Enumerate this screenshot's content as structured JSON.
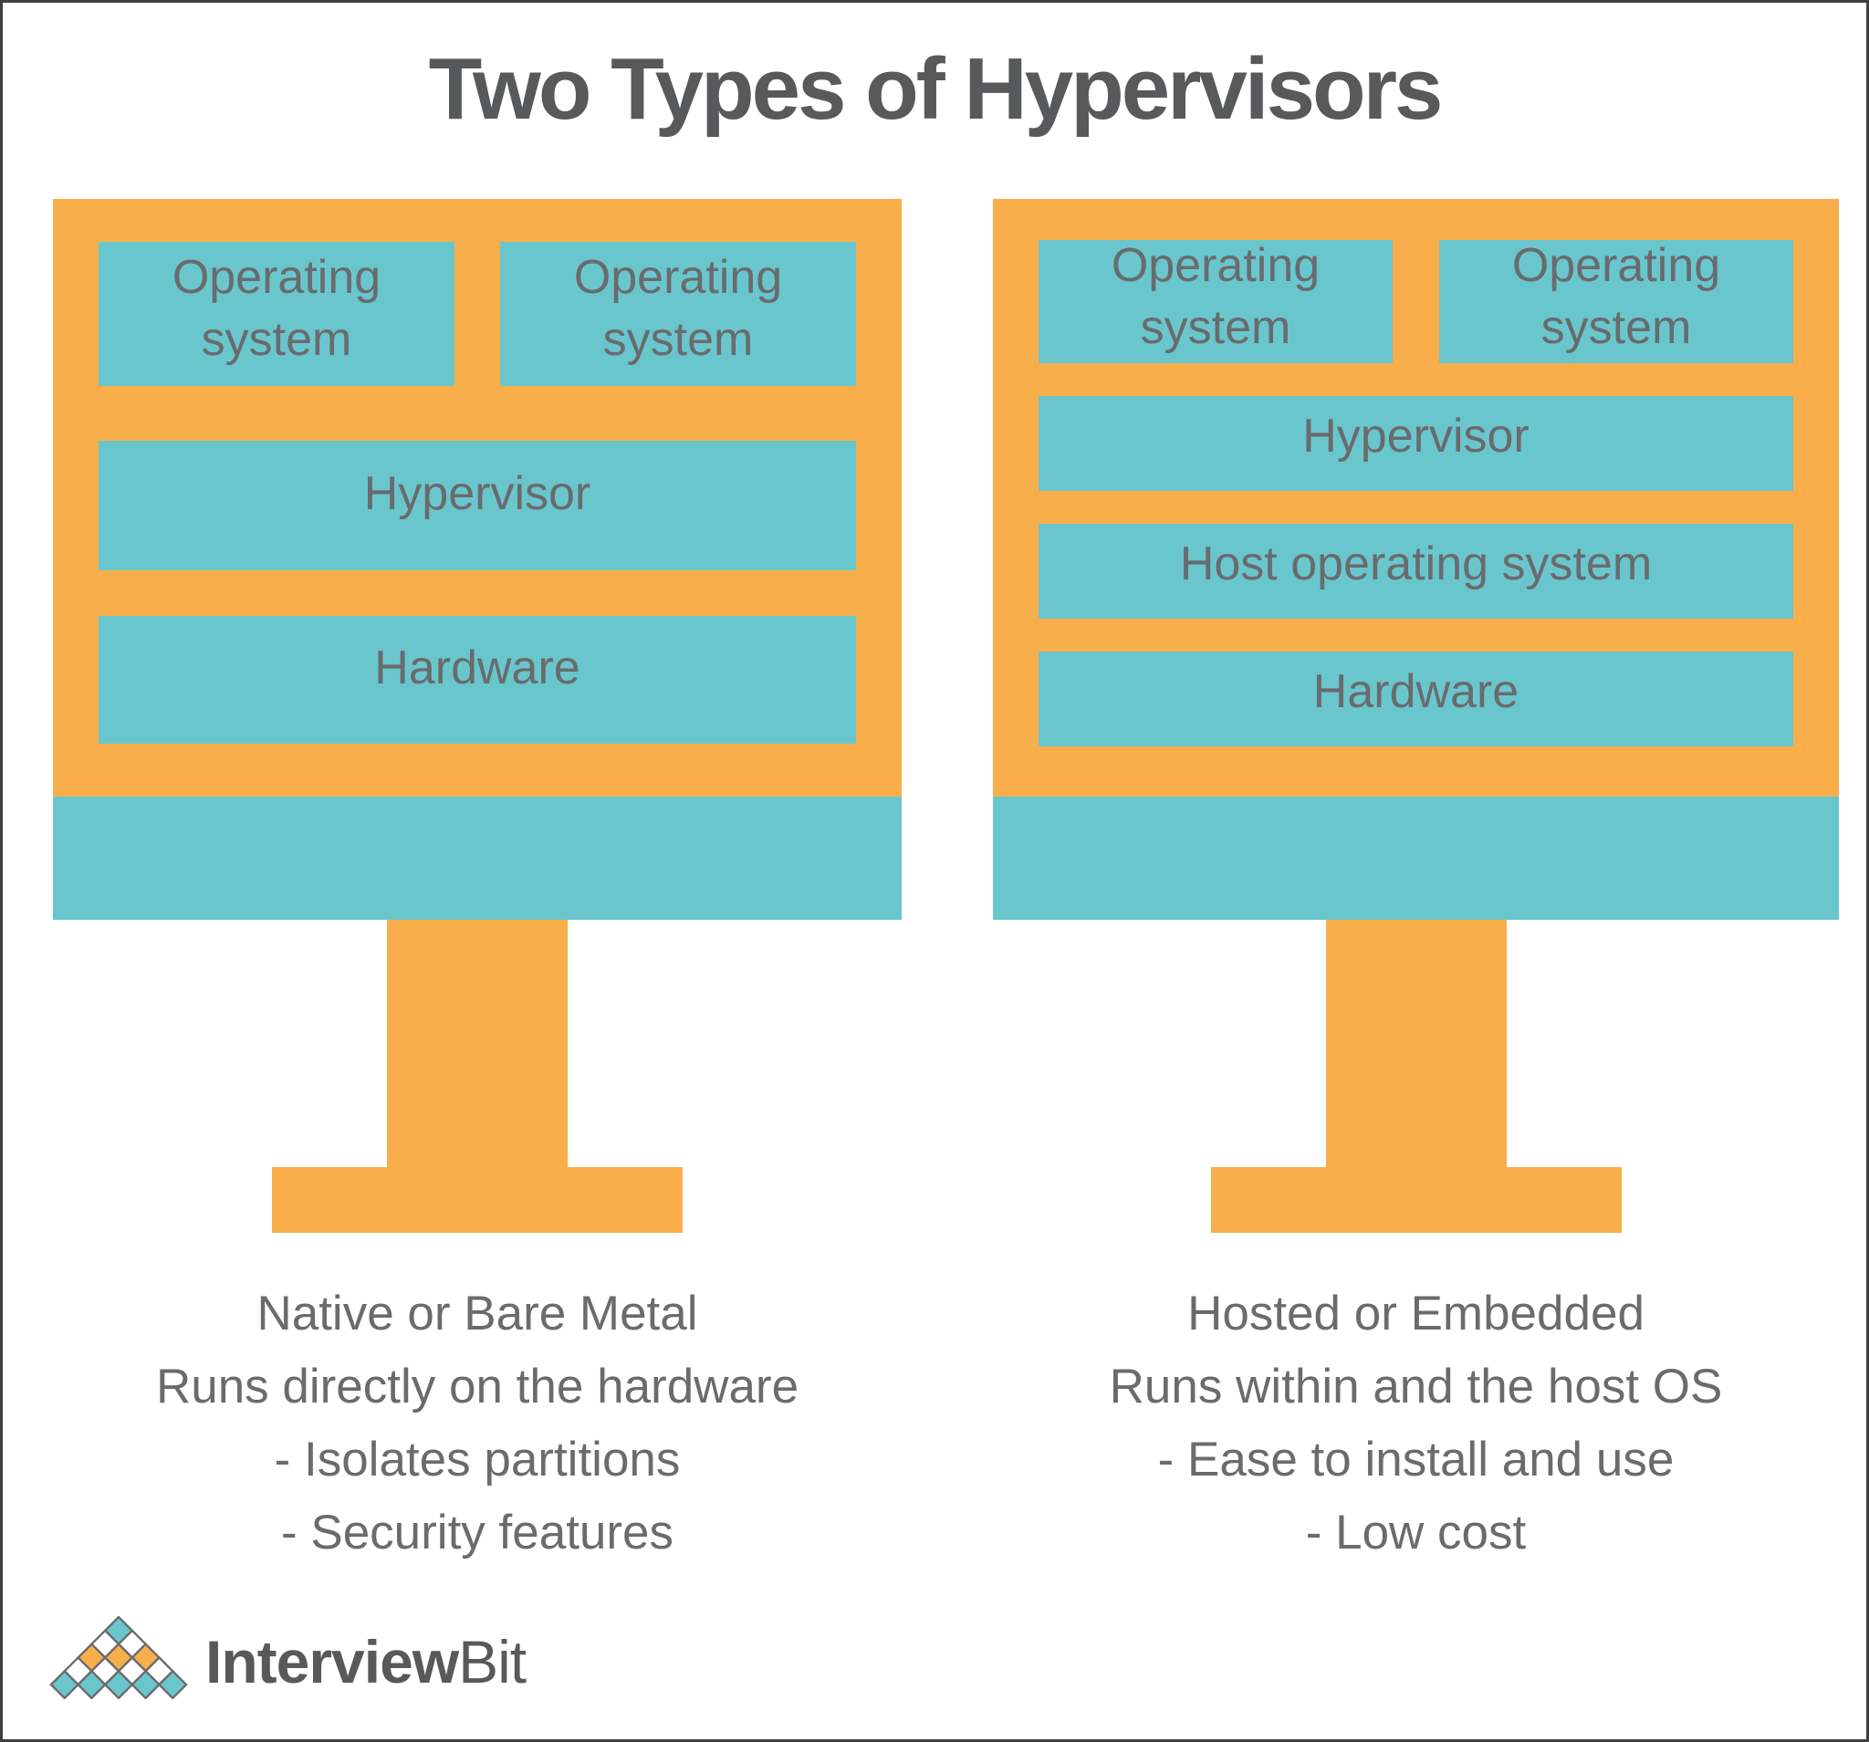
{
  "title": "Two Types of Hypervisors",
  "colors": {
    "orange": "#f8af4b",
    "teal": "#6ac6cd",
    "title_gray": "#58595b",
    "text_gray": "#696b6d",
    "logo_gray": "#58595b",
    "border_gray": "#3f3f3f"
  },
  "type1": {
    "os1": "Operating system",
    "os2": "Operating system",
    "hypervisor": "Hypervisor",
    "hardware": "Hardware",
    "caption": [
      "Native or Bare Metal",
      "Runs directly on the hardware",
      "- Isolates partitions",
      "- Security features"
    ]
  },
  "type2": {
    "os1": "Operating system",
    "os2": "Operating system",
    "hypervisor": "Hypervisor",
    "host_os": "Host operating system",
    "hardware": "Hardware",
    "caption": [
      "Hosted or Embedded",
      "Runs within and the host OS",
      "- Ease to install and use",
      "- Low cost"
    ]
  },
  "logo": {
    "brand_bold": "Interview",
    "brand_light": "Bit",
    "icon": "diamond-pyramid-icon"
  }
}
